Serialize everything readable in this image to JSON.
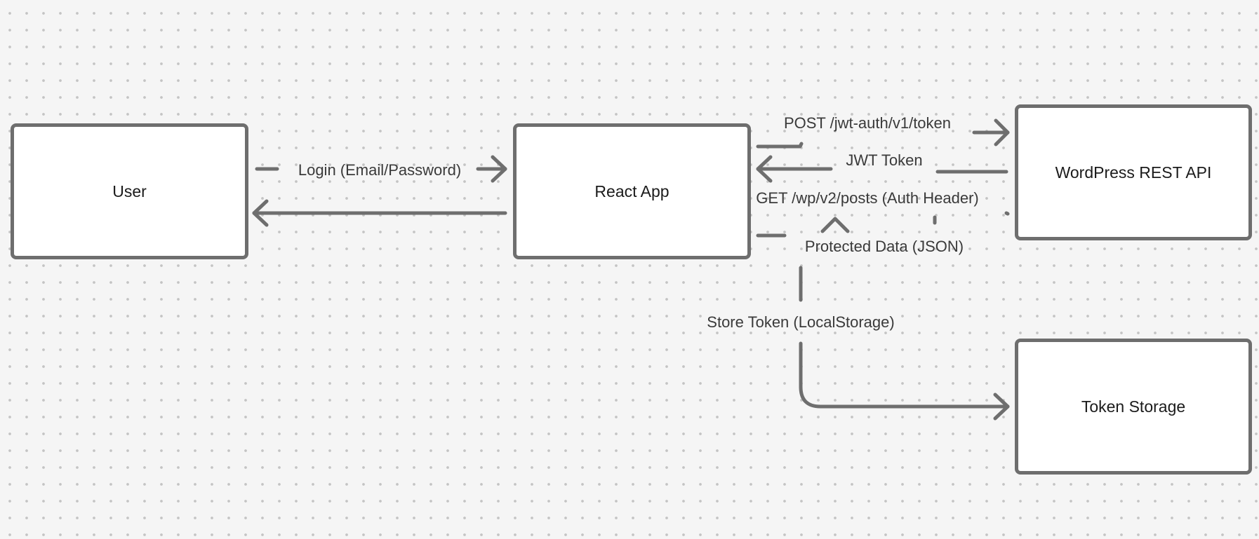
{
  "diagram": {
    "nodes": {
      "user": "User",
      "react_app": "React App",
      "wordpress_api": "WordPress REST API",
      "token_storage": "Token Storage"
    },
    "edges": {
      "login": "Login (Email/Password)",
      "post_token": "POST /jwt-auth/v1/token",
      "jwt_token": "JWT Token",
      "get_posts": "GET /wp/v2/posts (Auth Header)",
      "protected_data": "Protected Data (JSON)",
      "store_token": "Store Token (LocalStorage)"
    },
    "colors": {
      "node_border": "#6e6e6e",
      "connector": "#6e6e6e",
      "canvas_background": "#f5f5f5",
      "grid_dot": "#c4c4c4"
    }
  }
}
